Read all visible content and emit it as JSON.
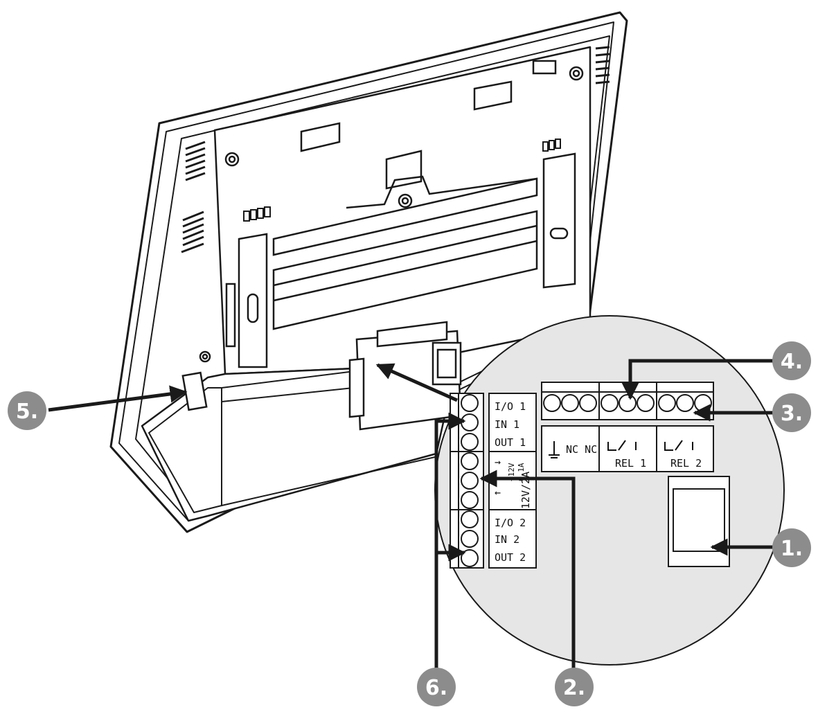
{
  "colors": {
    "line": "#1a1a1a",
    "callout_fill": "#8c8c8c",
    "zoom_fill": "#e6e6e6",
    "device_fill": "#ffffff"
  },
  "callouts": {
    "c1": "1.",
    "c2": "2.",
    "c3": "3.",
    "c4": "4.",
    "c5": "5.",
    "c6": "6."
  },
  "terminals": {
    "io1": "I/O 1",
    "in1": "IN 1",
    "out1": "OUT 1",
    "io2": "I/O 2",
    "in2": "IN 2",
    "out2": "OUT 2",
    "pwr_out": "+12V",
    "pwr_out_current": "0.1A",
    "pwr_in": "12V/2A",
    "nc_nc": "NC NC",
    "rel1": "REL 1",
    "rel2": "REL 2"
  }
}
